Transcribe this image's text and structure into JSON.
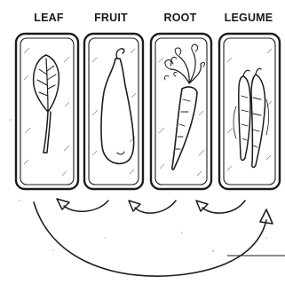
{
  "diagram": {
    "beds": [
      {
        "label": "LEAF",
        "icon": "leaf-icon"
      },
      {
        "label": "FRUIT",
        "icon": "fruit-icon"
      },
      {
        "label": "ROOT",
        "icon": "carrot-icon"
      },
      {
        "label": "LEGUME",
        "icon": "bean-pod-icon"
      }
    ],
    "rotation_arrows": [
      {
        "from": "FRUIT",
        "to": "LEAF"
      },
      {
        "from": "ROOT",
        "to": "FRUIT"
      },
      {
        "from": "LEGUME",
        "to": "ROOT"
      },
      {
        "from": "LEAF",
        "to": "LEGUME"
      }
    ]
  }
}
